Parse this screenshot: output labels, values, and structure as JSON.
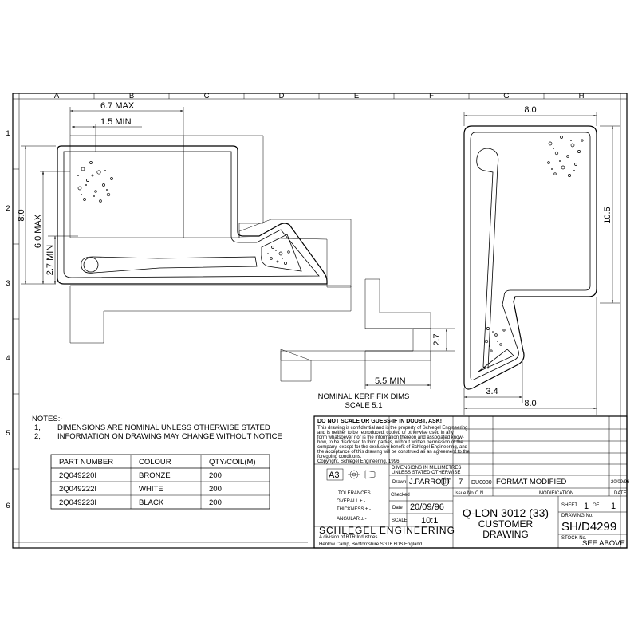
{
  "grid": {
    "columns": [
      "A",
      "B",
      "C",
      "D",
      "E",
      "F",
      "G",
      "H"
    ],
    "rows": [
      "1",
      "2",
      "3",
      "4",
      "5",
      "6"
    ]
  },
  "dimensions": {
    "left_view": {
      "width_max": "6.7 MAX",
      "lip_min": "1.5 MIN",
      "height_total": "8.0",
      "height_max": "6.0 MAX",
      "height_min": "2.7 MIN"
    },
    "kerf": {
      "depth": "2.7",
      "width_min": "5.5 MIN",
      "caption_line1": "NOMINAL KERF FIX DIMS",
      "caption_line2": "SCALE 5:1"
    },
    "right_view": {
      "width_top": "8.0",
      "height": "10.5",
      "width_bottom": "8.0",
      "foot": "3.4"
    }
  },
  "notes": {
    "heading": "NOTES:-",
    "items": [
      {
        "num": "1,",
        "text": "DIMENSIONS ARE NOMINAL UNLESS OTHERWISE STATED"
      },
      {
        "num": "2,",
        "text": "INFORMATION ON DRAWING MAY CHANGE WITHOUT NOTICE"
      }
    ]
  },
  "parts_table": {
    "headers": [
      "PART NUMBER",
      "COLOUR",
      "QTY/COIL(M)"
    ],
    "rows": [
      [
        "2Q049220I",
        "BRONZE",
        "200"
      ],
      [
        "2Q049222I",
        "WHITE",
        "200"
      ],
      [
        "2Q049223I",
        "BLACK",
        "200"
      ]
    ]
  },
  "title_block": {
    "warning": "DO NOT SCALE OR GUESS-IF IN DOUBT, ASK!",
    "confidential": [
      "This drawing is confidential and is the property of Schlegel Engineering",
      "and is neither to be reproduced, copied or otherwise used in any",
      "form whatsoever nor is the information thereon and associated know-",
      "how, to be disclosed to third parties, without written permission of the",
      "company, except for the exclusive benefit of Schlegel Engineering, and",
      "the acceptance of this drawing will be construed as an agreement to the",
      "foregoing conditions."
    ],
    "copyright": "Copyright, Schlegel Engineering, 1996",
    "units_line1": "DIMENSIONS IN MILLIMETRES",
    "units_line2": "UNLESS STATED OTHERWISE",
    "sheet_size": "A3",
    "drawn_label": "Drawn",
    "drawn_value": "J.PARROTT",
    "checked_label": "Checked",
    "date_label": "Date",
    "date_value": "20/09/96",
    "scale_label": "SCALE",
    "scale_value": "10:1",
    "tolerances_label": "TOLERANCES",
    "tol_overall": "OVERALL ± -",
    "tol_thickness": "THICKNESS ± -",
    "tol_angular": "ANGULAR ± -",
    "issue_value": "7",
    "issue_label": "Issue No.",
    "cn_value": "DU0080",
    "cn_label": "C.N.",
    "modification_value": "FORMAT MODIFIED",
    "modification_label": "MODIFICATION",
    "mod_date_value": "20/09/96",
    "mod_date_label": "DATE",
    "part_title": "Q-LON 3012 (33)",
    "part_subtitle1": "CUSTOMER",
    "part_subtitle2": "DRAWING",
    "sheet_label": "SHEET",
    "sheet_value": "1",
    "of_label": "OF",
    "of_value": "1",
    "drawing_no_label": "DRAWING No.",
    "drawing_no_value": "SH/D4299",
    "stock_no_label": "STOCK No.",
    "stock_no_value": "SEE ABOVE",
    "company_name": "SCHLEGEL ENGINEERING",
    "company_division": "A division of BTR Industries",
    "company_address": "Henlow Camp, Bedfordshire SG16 6DS England"
  }
}
